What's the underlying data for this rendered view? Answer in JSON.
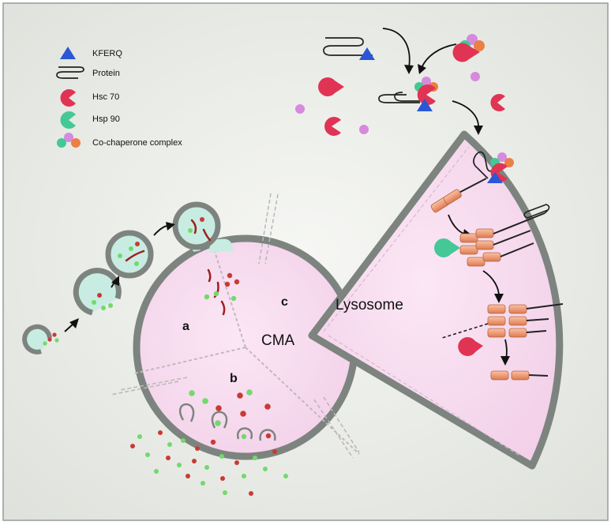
{
  "legend": {
    "items": [
      {
        "icon": "triangle-icon",
        "label": "KFERQ"
      },
      {
        "icon": "protein-squiggle-icon",
        "label": "Protein"
      },
      {
        "icon": "hsc70-pacman-icon",
        "label": "Hsc 70"
      },
      {
        "icon": "hsp90-pacman-icon",
        "label": "Hsp 90"
      },
      {
        "icon": "co-chaperone-cluster-icon",
        "label": "Co-chaperone complex"
      }
    ]
  },
  "labels": {
    "region_a": "a",
    "region_b": "b",
    "region_c": "c",
    "cma": "CMA",
    "lysosome": "Lysosome"
  },
  "colors": {
    "background": "#e8eae5",
    "membrane": "#7d847f",
    "lumen": "#f7d9ee",
    "vesicle_fill": "#c8ece2",
    "kferq": "#2b57d6",
    "hsc70": "#e03454",
    "hsp90": "#44c896",
    "co_chaperone_pink": "#d68ade",
    "co_chaperone_orange": "#ec7f45",
    "channel": "#f2a47f",
    "green_dot": "#72d96c",
    "red_dot": "#c93a34"
  }
}
